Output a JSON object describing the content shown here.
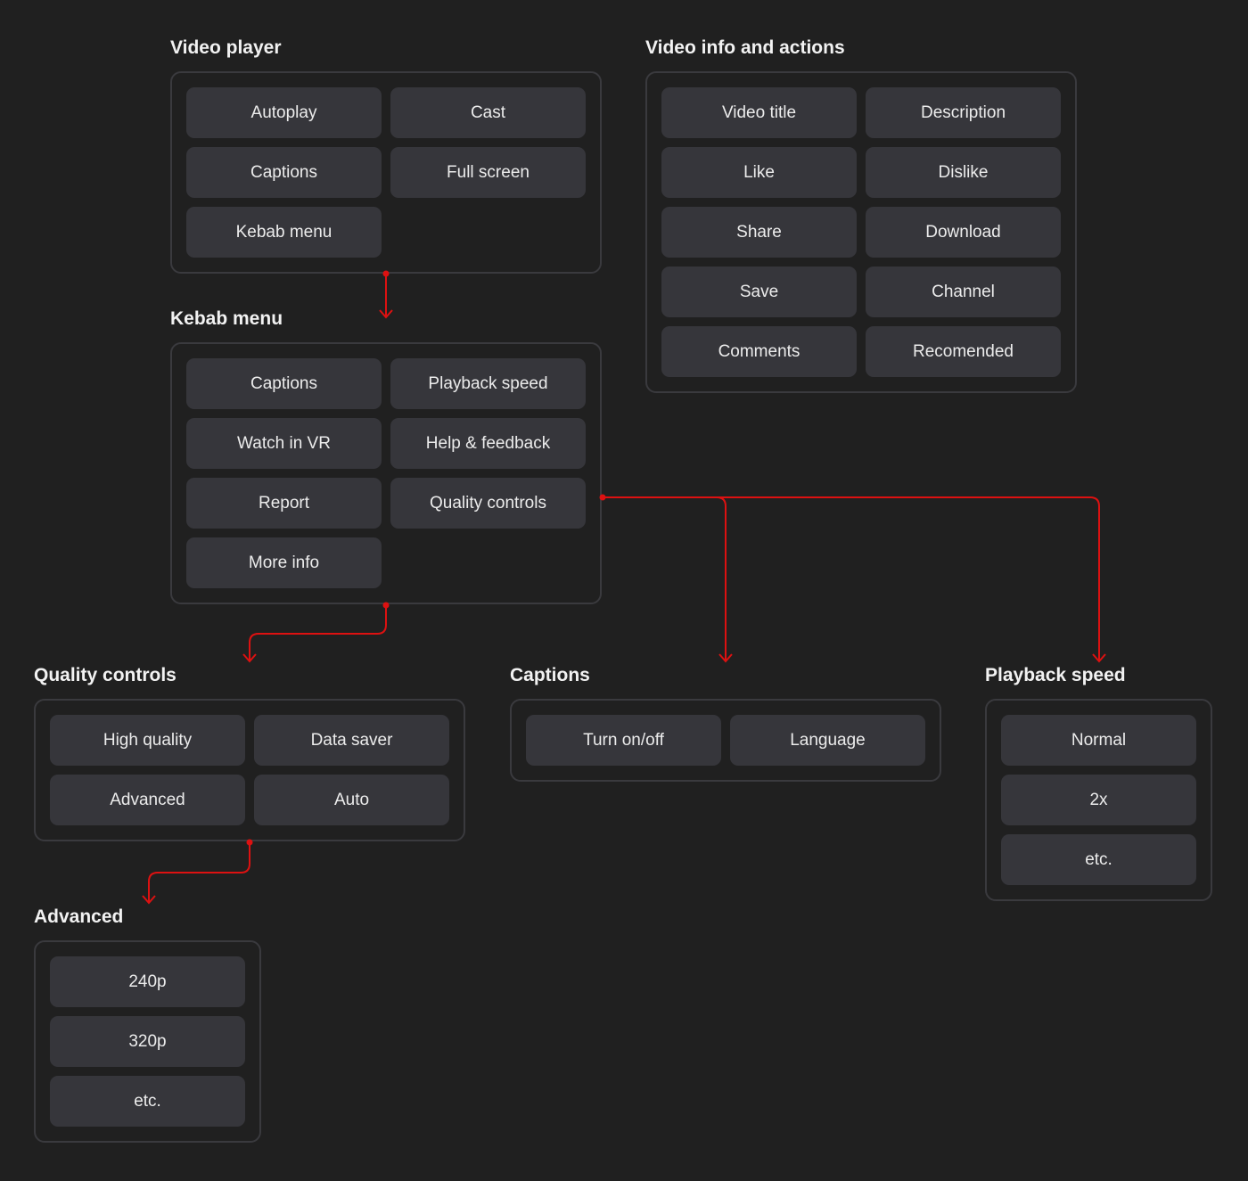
{
  "groups": {
    "video_player": {
      "title": "Video player",
      "items": [
        "Autoplay",
        "Cast",
        "Captions",
        "Full screen",
        "Kebab menu"
      ]
    },
    "video_info": {
      "title": "Video info and actions",
      "items": [
        "Video title",
        "Description",
        "Like",
        "Dislike",
        "Share",
        "Download",
        "Save",
        "Channel",
        "Comments",
        "Recomended"
      ]
    },
    "kebab_menu": {
      "title": "Kebab menu",
      "items": [
        "Captions",
        "Playback speed",
        "Watch in VR",
        "Help & feedback",
        "Report",
        "Quality controls",
        "More info"
      ]
    },
    "quality_controls": {
      "title": "Quality controls",
      "items": [
        "High quality",
        "Data saver",
        "Advanced",
        "Auto"
      ]
    },
    "captions": {
      "title": "Captions",
      "items": [
        "Turn on/off",
        "Language"
      ]
    },
    "playback_speed": {
      "title": "Playback speed",
      "items": [
        "Normal",
        "2x",
        "etc."
      ]
    },
    "advanced": {
      "title": "Advanced",
      "items": [
        "240p",
        "320p",
        "etc."
      ]
    }
  },
  "colors": {
    "background": "#202020",
    "panel_border": "#3a3a3e",
    "item_fill": "#36363b",
    "text": "#ececec",
    "connector": "#dd1111"
  }
}
